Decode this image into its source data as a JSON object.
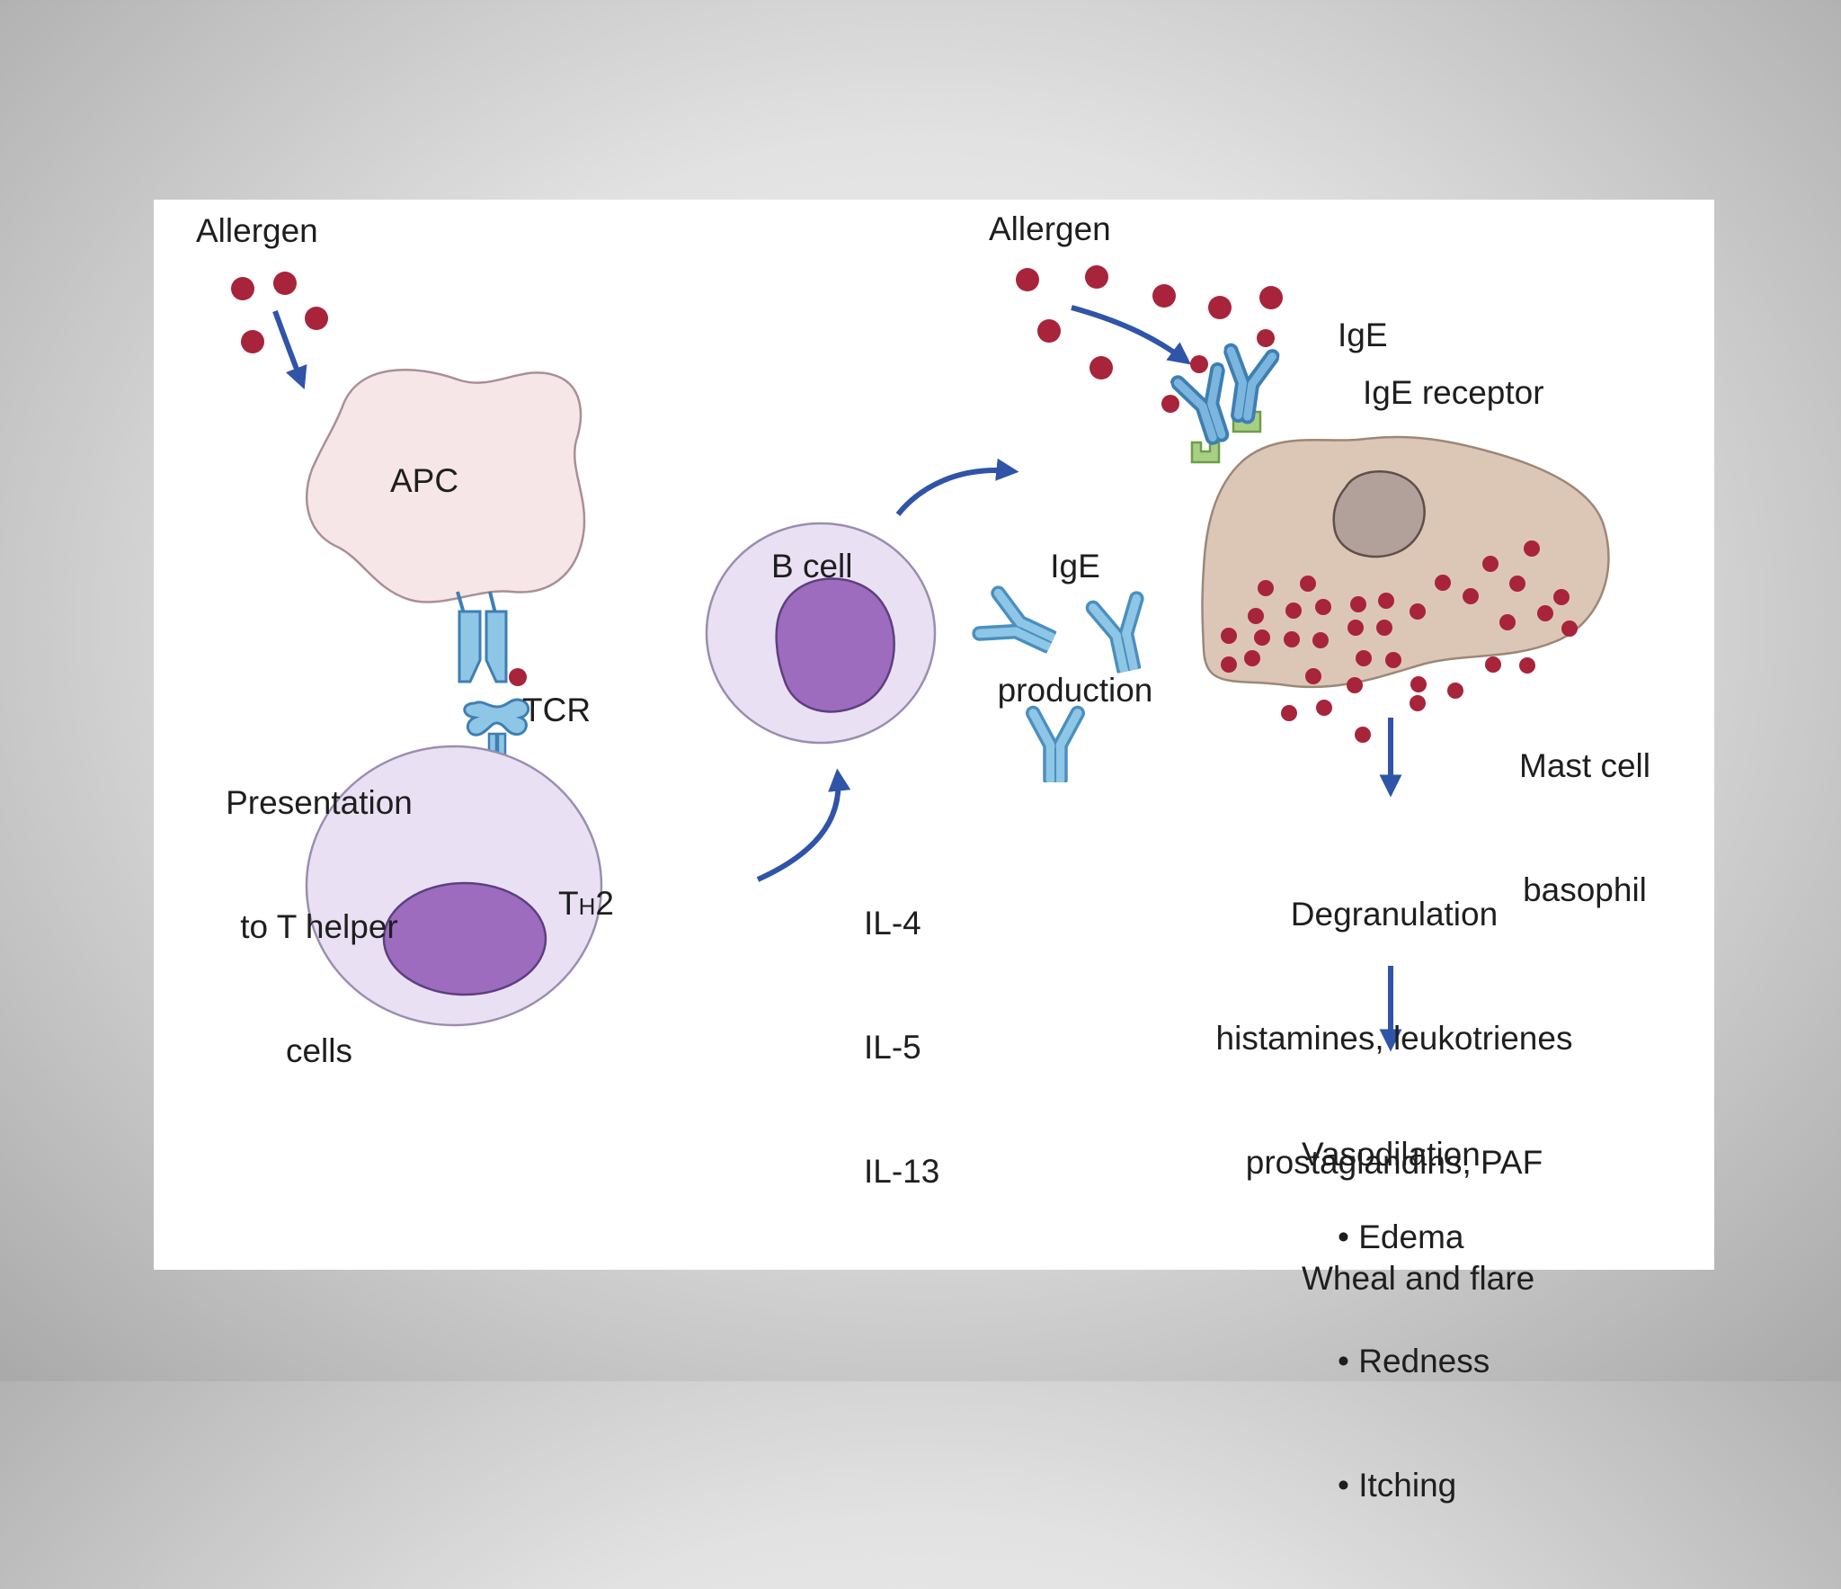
{
  "labels": {
    "allergen_left": "Allergen",
    "apc": "APC",
    "presentation": [
      "Presentation",
      "to T helper",
      "cells"
    ],
    "tcr": "TCR",
    "th2": {
      "main": "T",
      "sub": "H",
      "suffix": "2"
    },
    "b_cell": "B cell",
    "ige_production": [
      "IgE",
      "production"
    ],
    "interleukins": [
      "IL-4",
      "IL-5",
      "IL-13"
    ],
    "allergen_right": "Allergen",
    "ige": "IgE",
    "ige_receptor": "IgE receptor",
    "mast_cell": [
      "Mast cell",
      "basophil"
    ],
    "degranulation": [
      "Degranulation",
      "histamines, leukotrienes",
      "prostaglandins, PAF"
    ],
    "effects": [
      "Vasodilation",
      "Wheal and flare"
    ],
    "effect_bullets": [
      "• Edema",
      "• Redness",
      "• Itching"
    ]
  },
  "colors": {
    "allergen": "#a8243a",
    "arrow": "#2f54a8",
    "apc_fill": "#f7e6e8",
    "cell_fill": "#e9e1f3",
    "nucleus": "#9d6cbf",
    "antibody": "#7fb9dd",
    "receptor": "#a9cf82",
    "mast_fill": "#dcc7b6",
    "mast_nucleus": "#b2a19a"
  }
}
